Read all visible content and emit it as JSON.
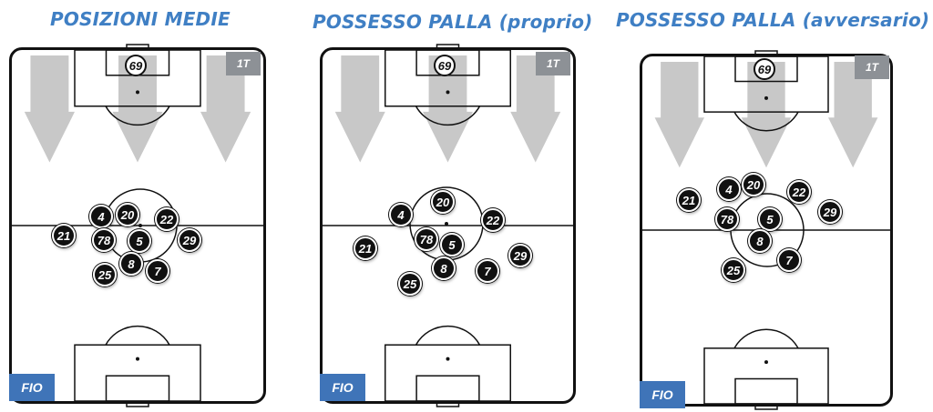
{
  "panels": [
    {
      "title": "POSIZIONI MEDIE",
      "half": "1T",
      "team": "FIO",
      "goalkeeper": "69",
      "players": [
        "4",
        "20",
        "22",
        "21",
        "78",
        "5",
        "29",
        "8",
        "7",
        "25"
      ]
    },
    {
      "title": "POSSESSO PALLA (proprio)",
      "half": "1T",
      "team": "FIO",
      "goalkeeper": "69",
      "players": [
        "20",
        "4",
        "22",
        "21",
        "78",
        "5",
        "29",
        "8",
        "7",
        "25"
      ]
    },
    {
      "title": "POSSESSO PALLA (avversario)",
      "half": "1T",
      "team": "FIO",
      "goalkeeper": "69",
      "players": [
        "4",
        "20",
        "22",
        "21",
        "29",
        "78",
        "5",
        "8",
        "7",
        "25"
      ]
    }
  ],
  "colors": {
    "title": "#3f7fc4",
    "team_badge": "#3f74b8",
    "half_badge": "#8d9196",
    "arrows": "#c8c8c8",
    "player": "#111111"
  }
}
